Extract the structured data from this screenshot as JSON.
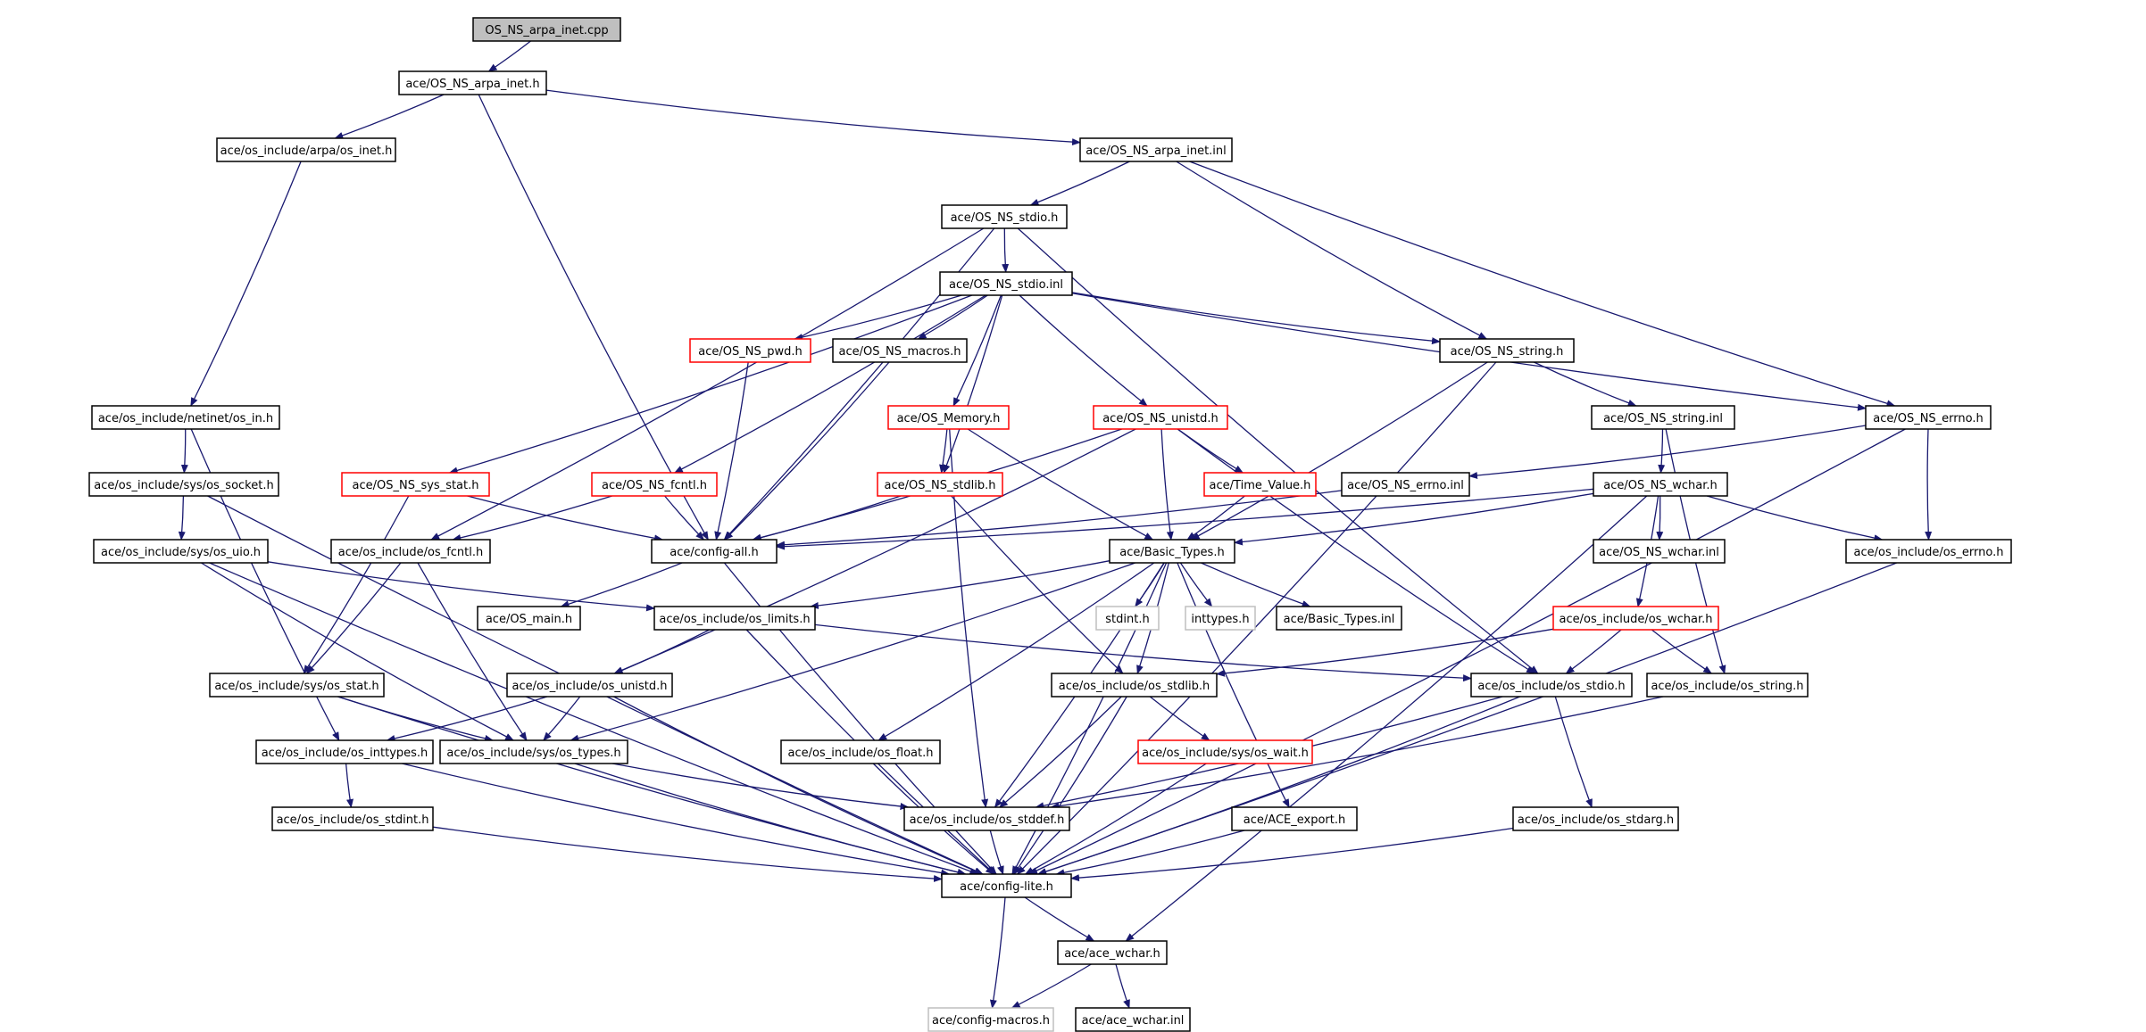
{
  "colors": {
    "edge": "#191970",
    "normal_border": "#000000",
    "truncated_border": "#ff0000",
    "external_border": "#bfbfbf",
    "root_fill": "#bfbfbf",
    "node_fill": "#ffffff",
    "text": "#000000"
  },
  "nodes": [
    {
      "id": "root",
      "label": "OS_NS_arpa_inet.cpp",
      "kind": "root"
    },
    {
      "id": "arpa_h",
      "label": "ace/OS_NS_arpa_inet.h",
      "kind": "normal"
    },
    {
      "id": "os_inet",
      "label": "ace/os_include/arpa/os_inet.h",
      "kind": "normal"
    },
    {
      "id": "arpa_inl",
      "label": "ace/OS_NS_arpa_inet.inl",
      "kind": "normal"
    },
    {
      "id": "stdio_h",
      "label": "ace/OS_NS_stdio.h",
      "kind": "normal"
    },
    {
      "id": "stdio_inl",
      "label": "ace/OS_NS_stdio.inl",
      "kind": "normal"
    },
    {
      "id": "pwd",
      "label": "ace/OS_NS_pwd.h",
      "kind": "truncated"
    },
    {
      "id": "macros",
      "label": "ace/OS_NS_macros.h",
      "kind": "normal"
    },
    {
      "id": "string_h",
      "label": "ace/OS_NS_string.h",
      "kind": "normal"
    },
    {
      "id": "os_in",
      "label": "ace/os_include/netinet/os_in.h",
      "kind": "normal"
    },
    {
      "id": "memory",
      "label": "ace/OS_Memory.h",
      "kind": "truncated"
    },
    {
      "id": "unistd",
      "label": "ace/OS_NS_unistd.h",
      "kind": "truncated"
    },
    {
      "id": "string_inl",
      "label": "ace/OS_NS_string.inl",
      "kind": "normal"
    },
    {
      "id": "errno_h",
      "label": "ace/OS_NS_errno.h",
      "kind": "normal"
    },
    {
      "id": "os_socket",
      "label": "ace/os_include/sys/os_socket.h",
      "kind": "normal"
    },
    {
      "id": "sys_stat",
      "label": "ace/OS_NS_sys_stat.h",
      "kind": "truncated"
    },
    {
      "id": "fcntl",
      "label": "ace/OS_NS_fcntl.h",
      "kind": "truncated"
    },
    {
      "id": "stdlib",
      "label": "ace/OS_NS_stdlib.h",
      "kind": "truncated"
    },
    {
      "id": "time_value",
      "label": "ace/Time_Value.h",
      "kind": "truncated"
    },
    {
      "id": "errno_inl",
      "label": "ace/OS_NS_errno.inl",
      "kind": "normal"
    },
    {
      "id": "wchar_h",
      "label": "ace/OS_NS_wchar.h",
      "kind": "normal"
    },
    {
      "id": "os_uio",
      "label": "ace/os_include/sys/os_uio.h",
      "kind": "normal"
    },
    {
      "id": "os_fcntl",
      "label": "ace/os_include/os_fcntl.h",
      "kind": "normal"
    },
    {
      "id": "config_all",
      "label": "ace/config-all.h",
      "kind": "normal"
    },
    {
      "id": "basic_types",
      "label": "ace/Basic_Types.h",
      "kind": "normal"
    },
    {
      "id": "wchar_inl",
      "label": "ace/OS_NS_wchar.inl",
      "kind": "normal"
    },
    {
      "id": "os_errno",
      "label": "ace/os_include/os_errno.h",
      "kind": "normal"
    },
    {
      "id": "os_main",
      "label": "ace/OS_main.h",
      "kind": "normal"
    },
    {
      "id": "os_limits",
      "label": "ace/os_include/os_limits.h",
      "kind": "normal"
    },
    {
      "id": "stdint_h",
      "label": "stdint.h",
      "kind": "external"
    },
    {
      "id": "inttypes_h",
      "label": "inttypes.h",
      "kind": "external"
    },
    {
      "id": "basic_inl",
      "label": "ace/Basic_Types.inl",
      "kind": "normal"
    },
    {
      "id": "os_wchar",
      "label": "ace/os_include/os_wchar.h",
      "kind": "truncated"
    },
    {
      "id": "os_sys_stat",
      "label": "ace/os_include/sys/os_stat.h",
      "kind": "normal"
    },
    {
      "id": "os_unistd",
      "label": "ace/os_include/os_unistd.h",
      "kind": "normal"
    },
    {
      "id": "os_stdlib",
      "label": "ace/os_include/os_stdlib.h",
      "kind": "normal"
    },
    {
      "id": "os_stdio",
      "label": "ace/os_include/os_stdio.h",
      "kind": "normal"
    },
    {
      "id": "os_string",
      "label": "ace/os_include/os_string.h",
      "kind": "normal"
    },
    {
      "id": "os_inttypes",
      "label": "ace/os_include/os_inttypes.h",
      "kind": "normal"
    },
    {
      "id": "os_types",
      "label": "ace/os_include/sys/os_types.h",
      "kind": "normal"
    },
    {
      "id": "os_float",
      "label": "ace/os_include/os_float.h",
      "kind": "normal"
    },
    {
      "id": "os_wait",
      "label": "ace/os_include/sys/os_wait.h",
      "kind": "truncated"
    },
    {
      "id": "os_stdint",
      "label": "ace/os_include/os_stdint.h",
      "kind": "normal"
    },
    {
      "id": "os_stddef",
      "label": "ace/os_include/os_stddef.h",
      "kind": "normal"
    },
    {
      "id": "ace_export",
      "label": "ace/ACE_export.h",
      "kind": "normal"
    },
    {
      "id": "os_stdarg",
      "label": "ace/os_include/os_stdarg.h",
      "kind": "normal"
    },
    {
      "id": "config_lite",
      "label": "ace/config-lite.h",
      "kind": "normal"
    },
    {
      "id": "ace_wchar",
      "label": "ace/ace_wchar.h",
      "kind": "normal"
    },
    {
      "id": "config_macros",
      "label": "ace/config-macros.h",
      "kind": "external"
    },
    {
      "id": "ace_wchar_inl",
      "label": "ace/ace_wchar.inl",
      "kind": "normal"
    }
  ],
  "edges": [
    [
      "root",
      "arpa_h"
    ],
    [
      "arpa_h",
      "os_inet"
    ],
    [
      "arpa_h",
      "arpa_inl"
    ],
    [
      "arpa_h",
      "config_all"
    ],
    [
      "os_inet",
      "os_in"
    ],
    [
      "arpa_inl",
      "stdio_h"
    ],
    [
      "arpa_inl",
      "string_h"
    ],
    [
      "arpa_inl",
      "errno_h"
    ],
    [
      "stdio_h",
      "stdio_inl"
    ],
    [
      "stdio_h",
      "config_all"
    ],
    [
      "stdio_h",
      "os_fcntl"
    ],
    [
      "stdio_h",
      "os_stdio"
    ],
    [
      "stdio_inl",
      "pwd"
    ],
    [
      "stdio_inl",
      "macros"
    ],
    [
      "stdio_inl",
      "string_h"
    ],
    [
      "stdio_inl",
      "memory"
    ],
    [
      "stdio_inl",
      "unistd"
    ],
    [
      "stdio_inl",
      "errno_h"
    ],
    [
      "stdio_inl",
      "sys_stat"
    ],
    [
      "stdio_inl",
      "fcntl"
    ],
    [
      "stdio_inl",
      "stdlib"
    ],
    [
      "pwd",
      "config_all"
    ],
    [
      "macros",
      "config_all"
    ],
    [
      "string_h",
      "string_inl"
    ],
    [
      "string_h",
      "basic_types"
    ],
    [
      "string_h",
      "config_lite"
    ],
    [
      "os_in",
      "os_socket"
    ],
    [
      "os_in",
      "os_inttypes"
    ],
    [
      "memory",
      "stdlib"
    ],
    [
      "memory",
      "basic_types"
    ],
    [
      "memory",
      "os_stddef"
    ],
    [
      "unistd",
      "time_value"
    ],
    [
      "unistd",
      "basic_types"
    ],
    [
      "unistd",
      "config_all"
    ],
    [
      "unistd",
      "os_unistd"
    ],
    [
      "unistd",
      "os_stdio"
    ],
    [
      "string_inl",
      "wchar_h"
    ],
    [
      "string_inl",
      "os_string"
    ],
    [
      "errno_h",
      "errno_inl"
    ],
    [
      "errno_h",
      "os_errno"
    ],
    [
      "errno_h",
      "config_lite"
    ],
    [
      "os_socket",
      "os_uio"
    ],
    [
      "os_socket",
      "config_lite"
    ],
    [
      "sys_stat",
      "config_all"
    ],
    [
      "sys_stat",
      "os_sys_stat"
    ],
    [
      "fcntl",
      "config_all"
    ],
    [
      "fcntl",
      "os_fcntl"
    ],
    [
      "stdlib",
      "config_all"
    ],
    [
      "stdlib",
      "os_stdlib"
    ],
    [
      "time_value",
      "basic_types"
    ],
    [
      "errno_inl",
      "config_all"
    ],
    [
      "wchar_h",
      "basic_types"
    ],
    [
      "wchar_h",
      "wchar_inl"
    ],
    [
      "wchar_h",
      "os_errno"
    ],
    [
      "wchar_h",
      "os_wchar"
    ],
    [
      "wchar_h",
      "config_all"
    ],
    [
      "wchar_h",
      "ace_wchar"
    ],
    [
      "os_uio",
      "os_limits"
    ],
    [
      "os_uio",
      "os_types"
    ],
    [
      "os_uio",
      "config_lite"
    ],
    [
      "os_fcntl",
      "os_sys_stat"
    ],
    [
      "os_fcntl",
      "os_types"
    ],
    [
      "config_all",
      "os_main"
    ],
    [
      "config_all",
      "config_lite"
    ],
    [
      "basic_types",
      "os_limits"
    ],
    [
      "basic_types",
      "stdint_h"
    ],
    [
      "basic_types",
      "inttypes_h"
    ],
    [
      "basic_types",
      "basic_inl"
    ],
    [
      "basic_types",
      "os_stdlib"
    ],
    [
      "basic_types",
      "os_types"
    ],
    [
      "basic_types",
      "os_float"
    ],
    [
      "basic_types",
      "os_stddef"
    ],
    [
      "basic_types",
      "ace_export"
    ],
    [
      "basic_types",
      "config_lite"
    ],
    [
      "os_errno",
      "config_lite"
    ],
    [
      "os_limits",
      "os_unistd"
    ],
    [
      "os_limits",
      "os_stdio"
    ],
    [
      "os_limits",
      "config_lite"
    ],
    [
      "os_wchar",
      "os_stdlib"
    ],
    [
      "os_wchar",
      "os_stdio"
    ],
    [
      "os_wchar",
      "os_string"
    ],
    [
      "os_sys_stat",
      "os_types"
    ],
    [
      "os_sys_stat",
      "config_lite"
    ],
    [
      "os_unistd",
      "os_inttypes"
    ],
    [
      "os_unistd",
      "os_types"
    ],
    [
      "os_unistd",
      "config_lite"
    ],
    [
      "os_stdlib",
      "os_wait"
    ],
    [
      "os_stdlib",
      "os_stddef"
    ],
    [
      "os_stdlib",
      "config_lite"
    ],
    [
      "os_stdio",
      "os_stdarg"
    ],
    [
      "os_stdio",
      "os_stddef"
    ],
    [
      "os_stdio",
      "config_lite"
    ],
    [
      "os_string",
      "os_stddef"
    ],
    [
      "os_inttypes",
      "os_stdint"
    ],
    [
      "os_inttypes",
      "config_lite"
    ],
    [
      "os_types",
      "os_stddef"
    ],
    [
      "os_types",
      "config_lite"
    ],
    [
      "os_float",
      "config_lite"
    ],
    [
      "os_wait",
      "config_lite"
    ],
    [
      "os_stdint",
      "config_lite"
    ],
    [
      "os_stddef",
      "config_lite"
    ],
    [
      "ace_export",
      "config_lite"
    ],
    [
      "os_stdarg",
      "config_lite"
    ],
    [
      "config_lite",
      "ace_wchar"
    ],
    [
      "config_lite",
      "config_macros"
    ],
    [
      "ace_wchar",
      "config_macros"
    ],
    [
      "ace_wchar",
      "ace_wchar_inl"
    ]
  ]
}
